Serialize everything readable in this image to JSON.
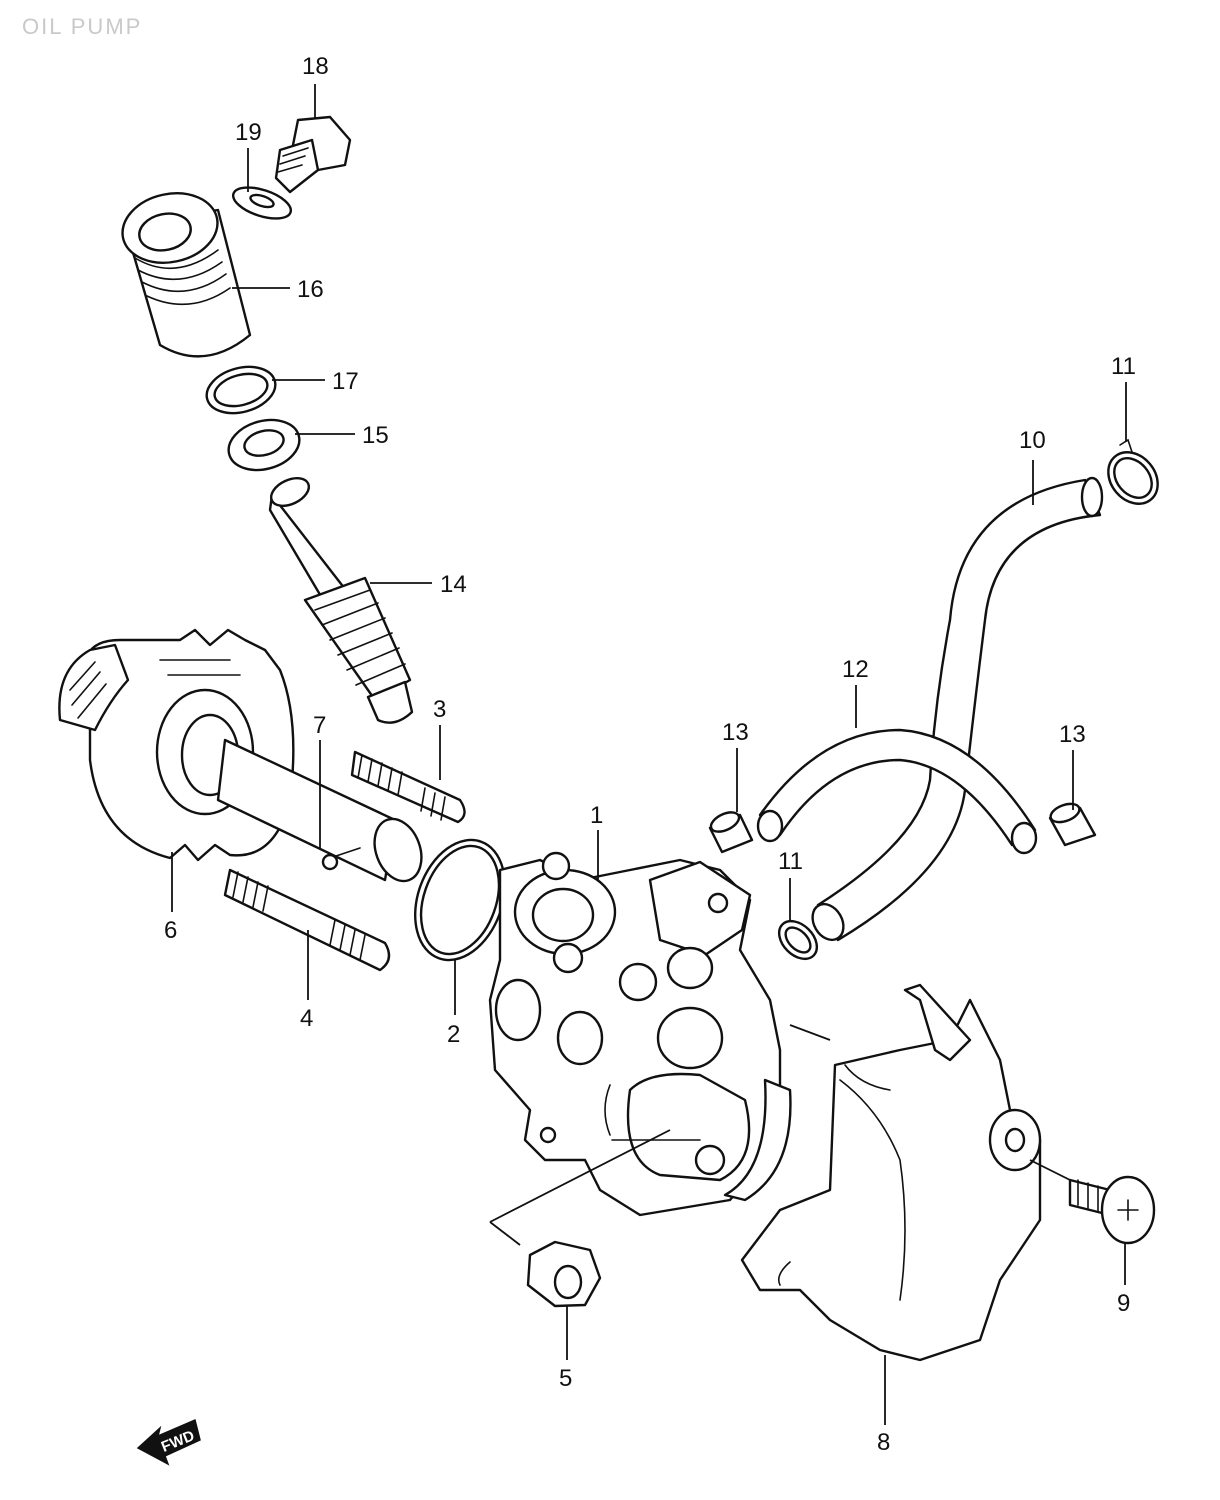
{
  "title": "OIL PUMP",
  "fwd_label": "FWD",
  "callouts": {
    "c1": "1",
    "c2": "2",
    "c3": "3",
    "c4": "4",
    "c5": "5",
    "c6": "6",
    "c7": "7",
    "c8": "8",
    "c9": "9",
    "c10": "10",
    "c11a": "11",
    "c11b": "11",
    "c12": "12",
    "c13a": "13",
    "c13b": "13",
    "c14": "14",
    "c15": "15",
    "c16": "16",
    "c17": "17",
    "c18": "18",
    "c19": "19"
  }
}
